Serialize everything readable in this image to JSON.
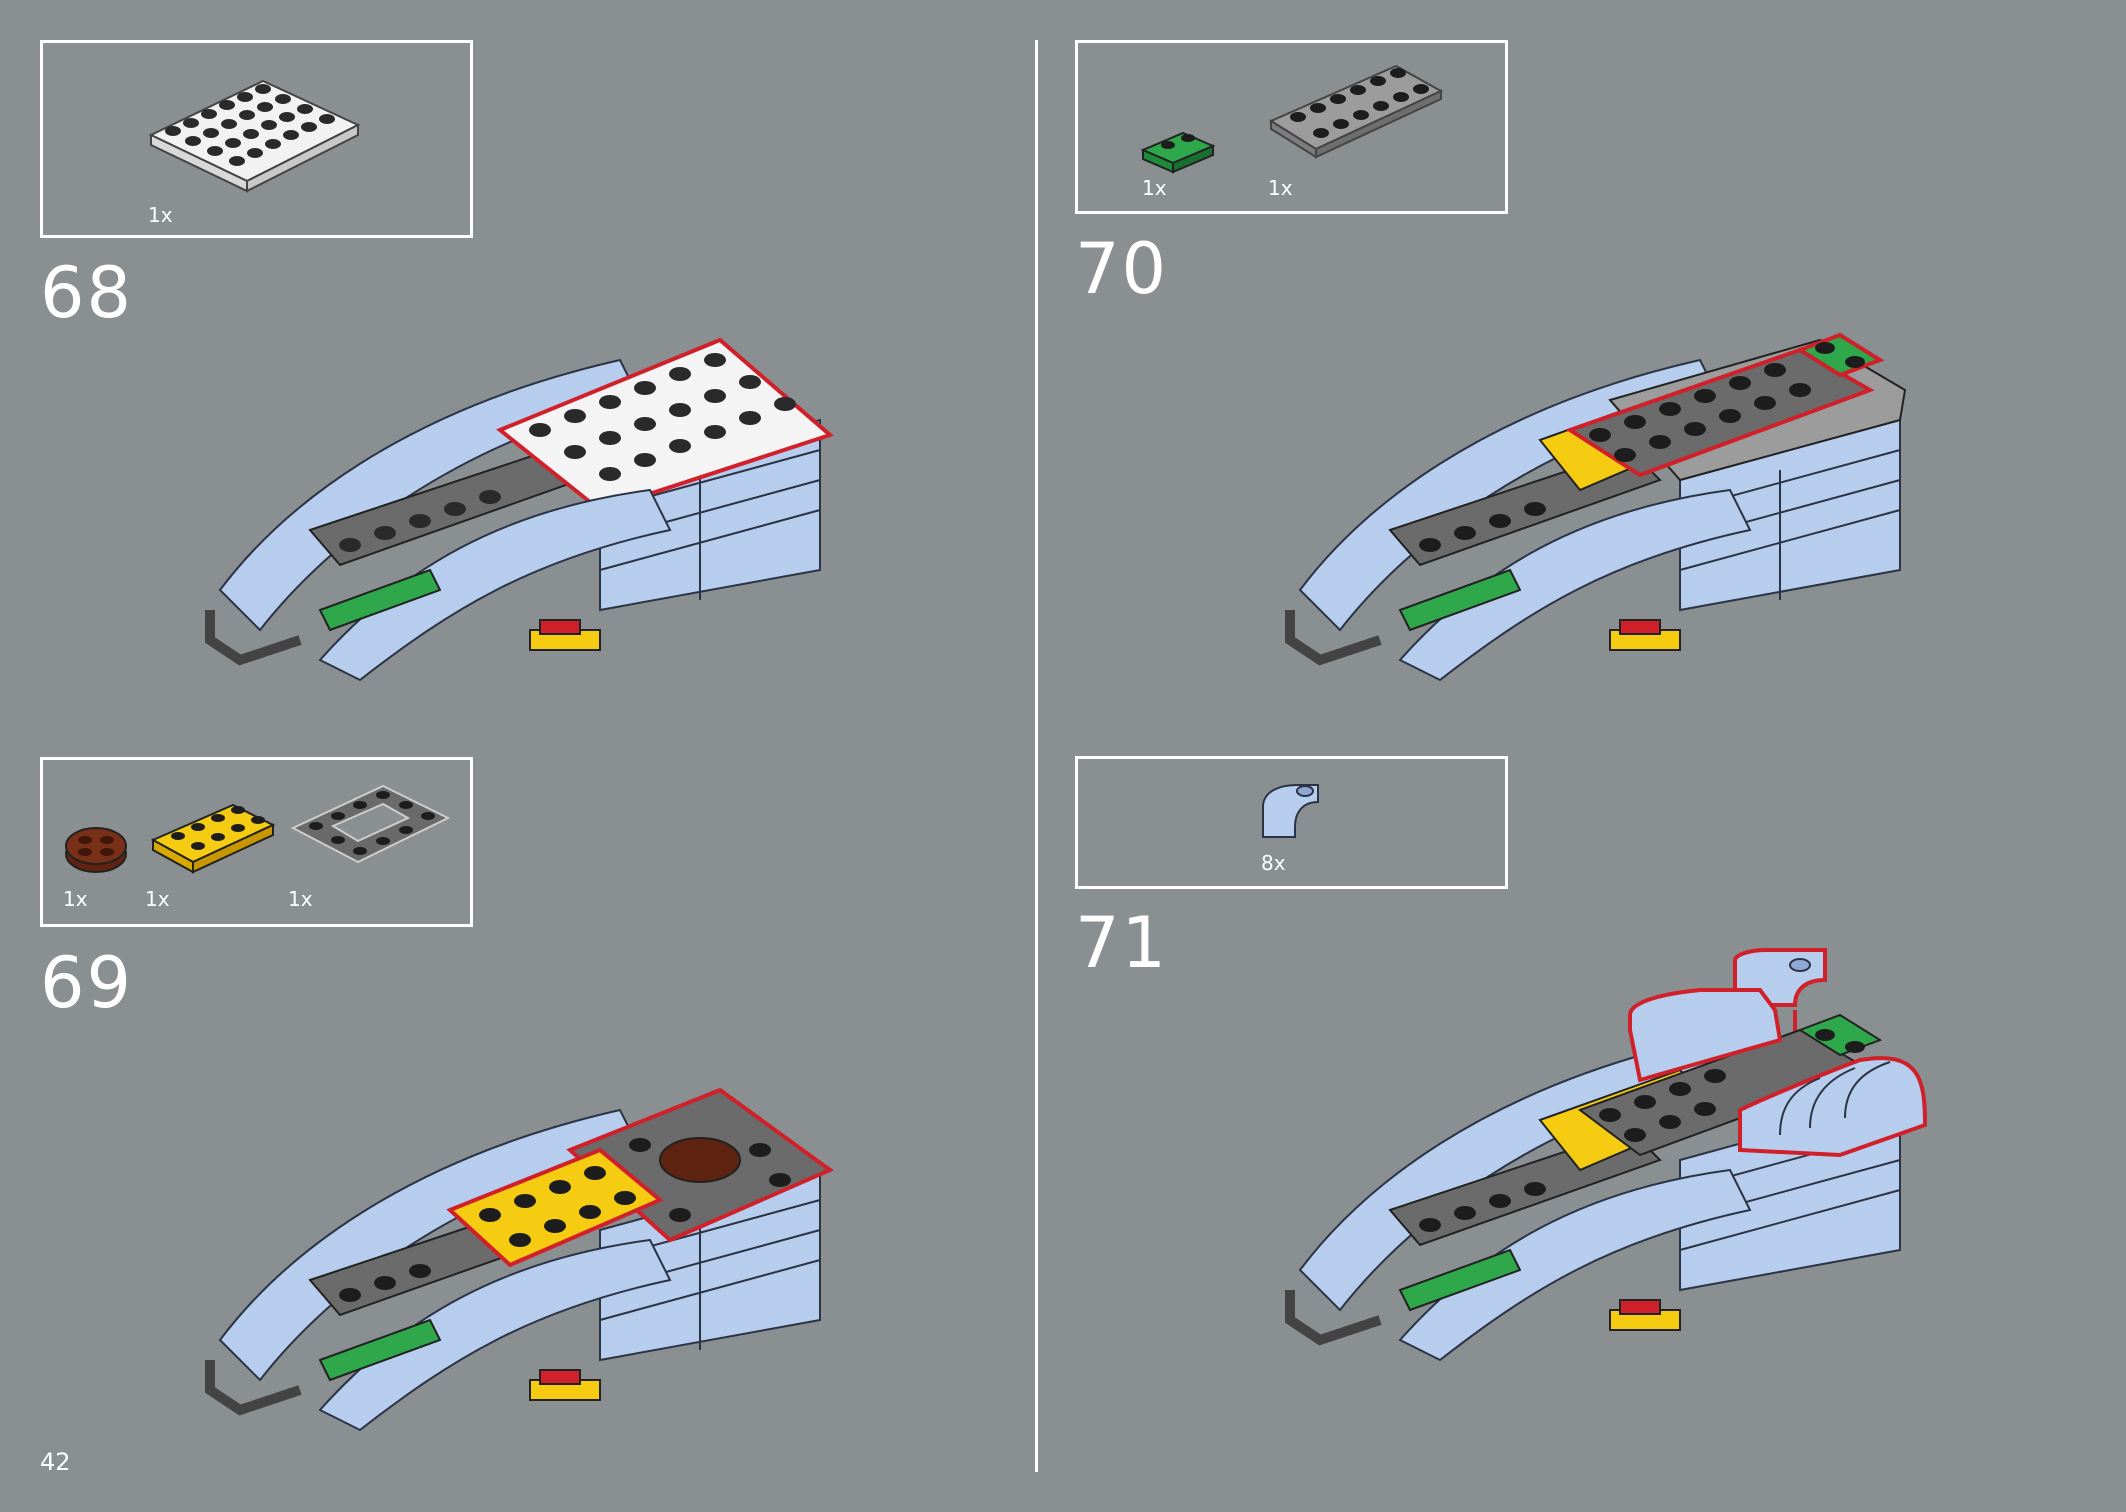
{
  "page_number": "42",
  "steps": [
    {
      "number": "68",
      "parts": [
        {
          "qty": "1x",
          "name": "white-plate-4x6"
        }
      ]
    },
    {
      "number": "69",
      "parts": [
        {
          "qty": "1x",
          "name": "brown-round-plate-2x2"
        },
        {
          "qty": "1x",
          "name": "yellow-plate-2x4"
        },
        {
          "qty": "1x",
          "name": "gray-plate-4x4-open"
        }
      ]
    },
    {
      "number": "70",
      "parts": [
        {
          "qty": "1x",
          "name": "green-plate-1x2"
        },
        {
          "qty": "1x",
          "name": "gray-plate-2x6"
        }
      ]
    },
    {
      "number": "71",
      "parts": [
        {
          "qty": "8x",
          "name": "light-blue-curved-slope"
        }
      ]
    }
  ],
  "colors": {
    "background": "#8a9092",
    "frame": "#ffffff",
    "highlight": "#d0202a",
    "light_blue": "#b7cdee",
    "dark_gray": "#5d5d5d",
    "yellow": "#f5cc12",
    "green": "#2ea84a",
    "brown": "#5e2411",
    "white_brick": "#f4f4f4"
  }
}
